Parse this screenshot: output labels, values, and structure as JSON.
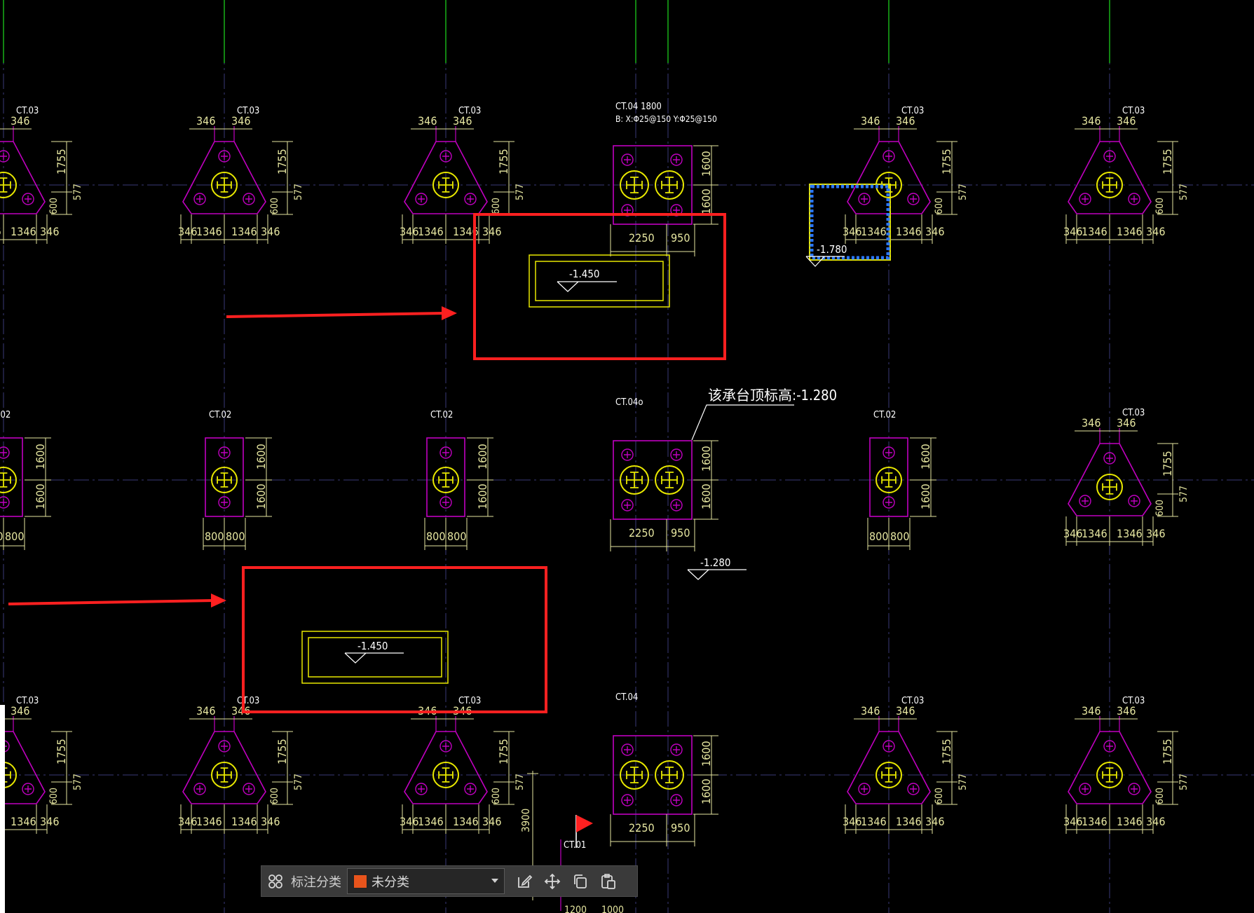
{
  "colors": {
    "pile_cap": "#c000c0",
    "pile": "#e8e800",
    "dimension": "#e6e6a0",
    "axis_line": "#3a3a78",
    "axis_top": "#19b019",
    "highlight": "#ff2020",
    "annotation": "#ffffff"
  },
  "annotations": {
    "ct03": "CT.03",
    "ct02": "CT.02",
    "ct04": "CT.04",
    "ct04o": "CT.04o",
    "ct01": "CT.01",
    "ct04_1800": "CT.04 1800",
    "rebar": "B: X:Φ25@150   Y:Φ25@150",
    "cap_elevation_note": "该承台顶标高:-1.280"
  },
  "dims": {
    "d346": "346",
    "d1346": "1346",
    "d1755": "1755",
    "d600": "600",
    "d577": "577",
    "d1600": "1600",
    "d800": "800",
    "d2250": "2250",
    "d950": "950",
    "d3900": "3900",
    "d1200": "1200",
    "d1000": "1000"
  },
  "elevations": {
    "e1450": "-1.450",
    "e1280": "-1.280",
    "e1780": "-1.780"
  },
  "toolbar": {
    "category_label": "标注分类",
    "category_value": "未分类",
    "category_color": "#e8541c",
    "icons": [
      "grid-icon",
      "edit-icon",
      "move-icon",
      "copy-icon",
      "paste-icon"
    ]
  }
}
